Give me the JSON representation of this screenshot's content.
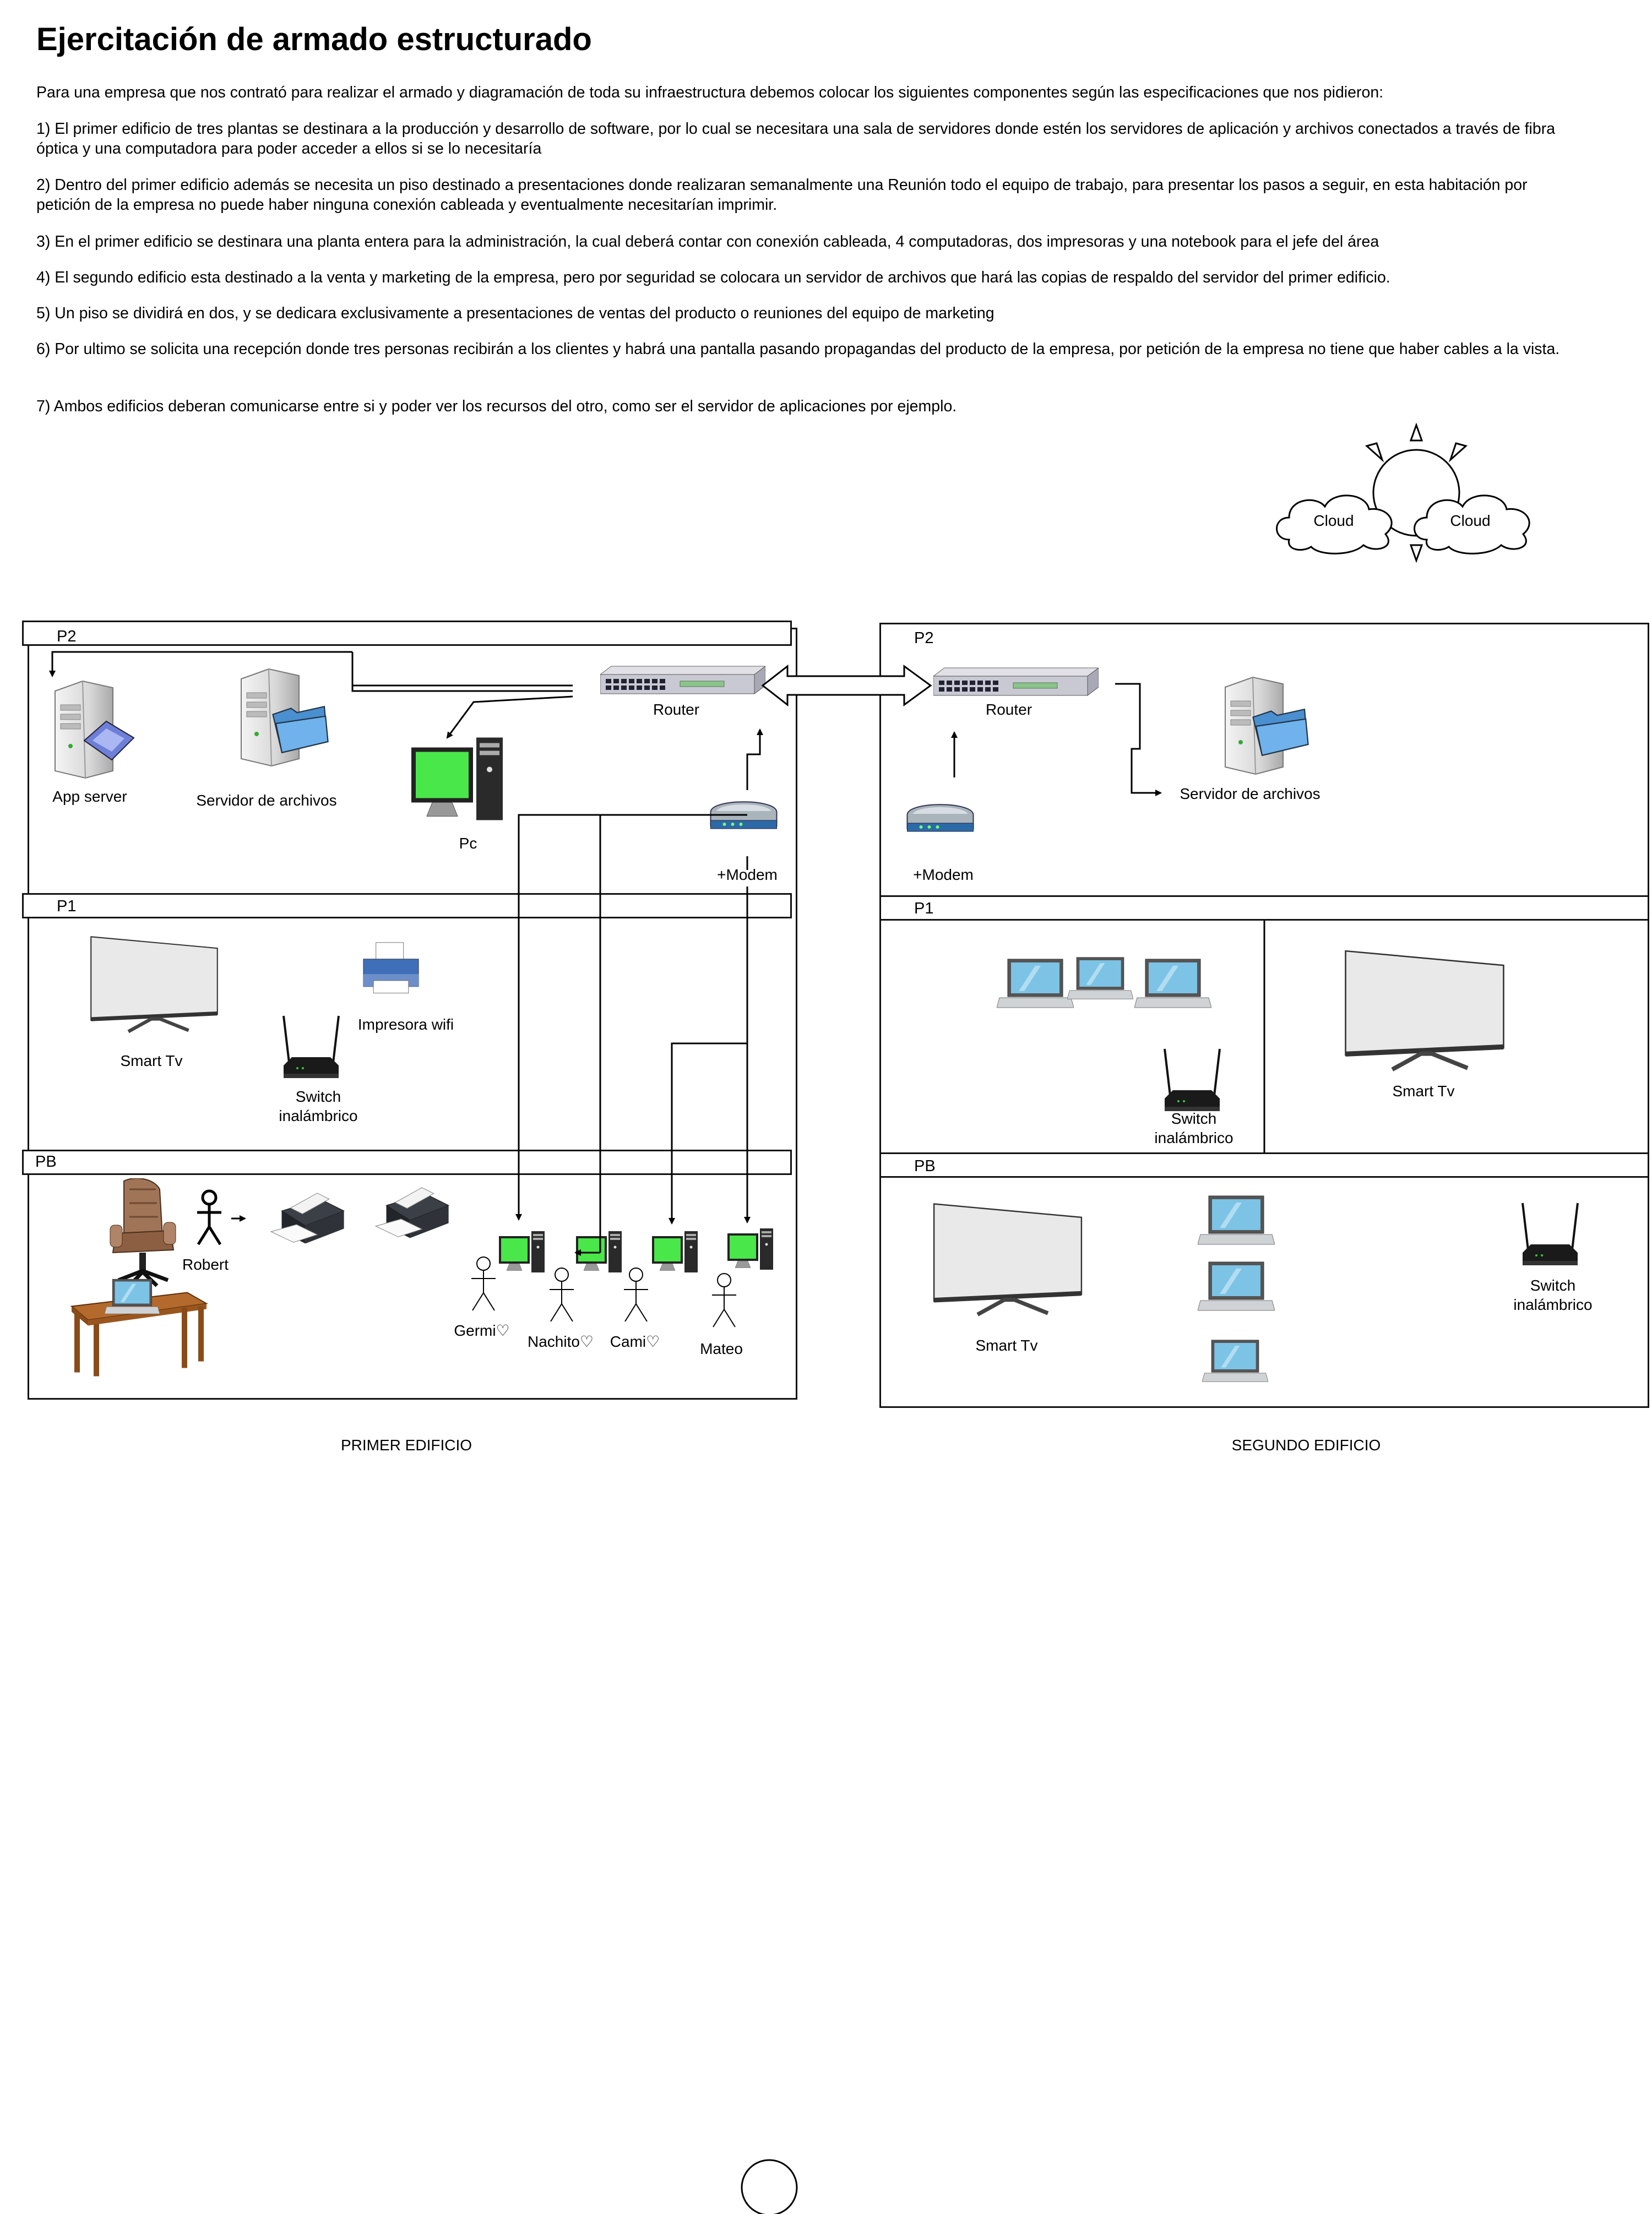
{
  "title": "Ejercitación de armado estructurado",
  "paragraphs": [
    "Para una empresa que  nos contrató para realizar el armado y diagramación de toda su infraestructura debemos colocar los siguientes componentes según las especificaciones que nos pidieron:",
    "1) El primer edificio de tres plantas se destinara a la producción y desarrollo de software, por lo cual se necesitara una sala de servidores donde estén los servidores de aplicación y archivos conectados a través de fibra óptica y una computadora para poder acceder a ellos si se lo necesitaría",
    "2) Dentro del primer edificio además se necesita un piso destinado a presentaciones donde realizaran semanalmente una Reunión todo el equipo de trabajo, para presentar los pasos a seguir, en esta habitación por petición de la empresa no puede haber ninguna conexión cableada y eventualmente necesitarían imprimir.",
    "3) En el primer edificio se destinara una planta entera para la administración, la cual deberá contar con conexión cableada, 4 computadoras, dos impresoras y una notebook para el jefe del área",
    "4) El segundo edificio esta destinado a la venta y marketing de la empresa, pero por seguridad se colocara un servidor de archivos que hará las copias de respaldo del servidor del primer edificio.",
    "5) Un piso se dividirá en dos, y se dedicara exclusivamente a presentaciones de ventas del producto o reuniones del equipo de marketing",
    "6) Por ultimo se solicita una recepción donde tres personas recibirán a los clientes y habrá una pantalla pasando propagandas del producto de la empresa, por petición de la empresa no tiene que haber cables a la vista.",
    "7) Ambos edificios deberan comunicarse entre si y poder ver los recursos del otro, como ser el servidor de aplicaciones por ejemplo."
  ],
  "clouds": [
    "Cloud",
    "Cloud"
  ],
  "building1": {
    "caption": "PRIMER EDIFICIO",
    "floors": {
      "p2": "P2",
      "p1": "P1",
      "pb": "PB"
    },
    "labels": {
      "app_server": "App server",
      "file_server": "Servidor de archivos",
      "pc": "Pc",
      "router": "Router",
      "modem": "+Modem",
      "smart_tv": "Smart Tv",
      "printer_wifi": "Impresora wifi",
      "switch_line1": "Switch",
      "switch_line2": "inalámbrico",
      "boss": "Robert",
      "users": [
        "Germi♡",
        "Nachito♡",
        "Cami♡",
        "Mateo"
      ]
    }
  },
  "building2": {
    "caption": "SEGUNDO EDIFICIO",
    "floors": {
      "p2": "P2",
      "p1": "P1",
      "pb": "PB"
    },
    "labels": {
      "router": "Router",
      "modem": "+Modem",
      "file_server": "Servidor de archivos",
      "smart_tv_p1": "Smart Tv",
      "switch_p1_line1": "Switch",
      "switch_p1_line2": "inalámbrico",
      "smart_tv_pb": "Smart Tv",
      "switch_pb_line1": "Switch",
      "switch_pb_line2": "inalámbrico"
    }
  }
}
